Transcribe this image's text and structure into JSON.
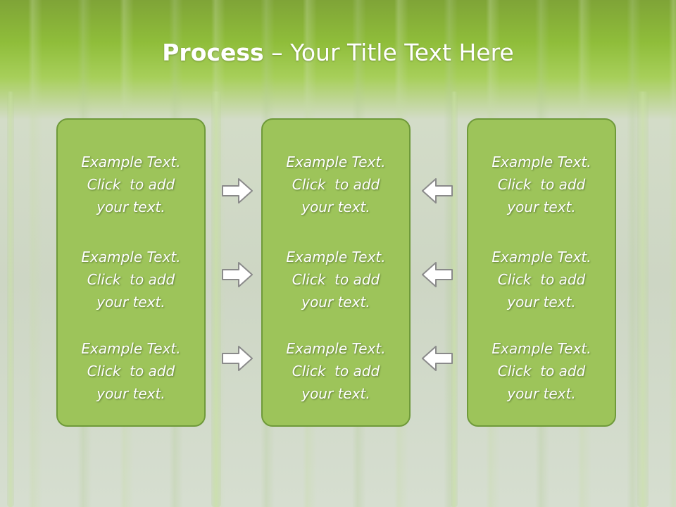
{
  "title": {
    "bold": "Process",
    "rest": " – Your Title Text Here"
  },
  "panels": [
    {
      "blocks": [
        {
          "l1": "Example Text.",
          "l2": "Click  to add",
          "l3": "your text."
        },
        {
          "l1": "Example Text.",
          "l2": "Click  to add",
          "l3": "your text."
        },
        {
          "l1": "Example Text.",
          "l2": "Click  to add",
          "l3": "your text."
        }
      ]
    },
    {
      "blocks": [
        {
          "l1": "Example Text.",
          "l2": "Click  to add",
          "l3": "your text."
        },
        {
          "l1": "Example Text.",
          "l2": "Click  to add",
          "l3": "your text."
        },
        {
          "l1": "Example Text.",
          "l2": "Click  to add",
          "l3": "your text."
        }
      ]
    },
    {
      "blocks": [
        {
          "l1": "Example Text.",
          "l2": "Click  to add",
          "l3": "your text."
        },
        {
          "l1": "Example Text.",
          "l2": "Click  to add",
          "l3": "your text."
        },
        {
          "l1": "Example Text.",
          "l2": "Click  to add",
          "l3": "your text."
        }
      ]
    }
  ],
  "icons": {
    "left_arrows": "arrow-right-icon",
    "right_arrows": "arrow-left-icon"
  },
  "colors": {
    "header_green": "#8fbd3a",
    "panel_fill": "#9dc45a",
    "panel_border": "#6f9a3a",
    "text": "#ffffff"
  }
}
